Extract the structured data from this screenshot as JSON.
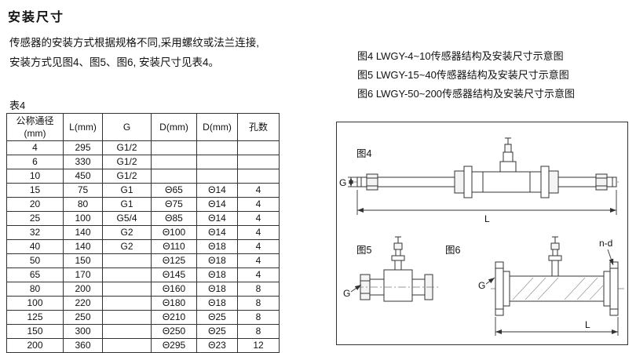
{
  "page": {
    "title": "安装尺寸",
    "intro_line1": "传感器的安装方式根据规格不同,采用螺纹或法兰连接,",
    "intro_line2": "安装方式见图4、图5、图6, 安装尺寸见表4。",
    "captions": [
      "图4 LWGY-4~10传感器结构及安装尺寸示意图",
      "图5 LWGY-15~40传感器结构及安装尺寸示意图",
      "图6 LWGY-50~200传感器结构及安装尺寸示意图"
    ]
  },
  "table": {
    "label": "表4",
    "col0_line1": "公称通径",
    "col0_line2": "(mm)",
    "headers": [
      "L(mm)",
      "G",
      "D(mm)",
      "D(mm)",
      "孔数"
    ],
    "rows": [
      [
        "4",
        "295",
        "G1/2",
        "",
        "",
        ""
      ],
      [
        "6",
        "330",
        "G1/2",
        "",
        "",
        ""
      ],
      [
        "10",
        "450",
        "G1/2",
        "",
        "",
        ""
      ],
      [
        "15",
        "75",
        "G1",
        "Θ65",
        "Θ14",
        "4"
      ],
      [
        "20",
        "80",
        "G1",
        "Θ75",
        "Θ14",
        "4"
      ],
      [
        "25",
        "100",
        "G5/4",
        "Θ85",
        "Θ14",
        "4"
      ],
      [
        "32",
        "140",
        "G2",
        "Θ100",
        "Θ14",
        "4"
      ],
      [
        "40",
        "140",
        "G2",
        "Θ110",
        "Θ18",
        "4"
      ],
      [
        "50",
        "150",
        "",
        "Θ125",
        "Θ18",
        "4"
      ],
      [
        "65",
        "170",
        "",
        "Θ145",
        "Θ18",
        "4"
      ],
      [
        "80",
        "200",
        "",
        "Θ160",
        "Θ18",
        "8"
      ],
      [
        "100",
        "220",
        "",
        "Θ180",
        "Θ18",
        "8"
      ],
      [
        "125",
        "250",
        "",
        "Θ210",
        "Θ25",
        "8"
      ],
      [
        "150",
        "300",
        "",
        "Θ250",
        "Θ25",
        "8"
      ],
      [
        "200",
        "360",
        "",
        "Θ295",
        "Θ23",
        "12"
      ]
    ]
  },
  "drawings": {
    "fig4": {
      "label": "图4",
      "g": "G",
      "l": "L"
    },
    "fig5": {
      "label": "图5",
      "g": "G"
    },
    "fig6": {
      "label": "图6",
      "g": "G",
      "l": "L",
      "nd": "n-d"
    }
  }
}
